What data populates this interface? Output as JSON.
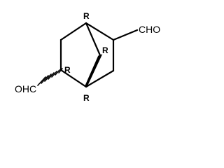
{
  "molecule": {
    "substituents": {
      "right": "CHO",
      "left": "OHC"
    },
    "stereo_labels": {
      "top_bridgehead": "R",
      "bridge_carbon": "R",
      "left_carbon": "R",
      "bottom_bridgehead": "R"
    }
  }
}
